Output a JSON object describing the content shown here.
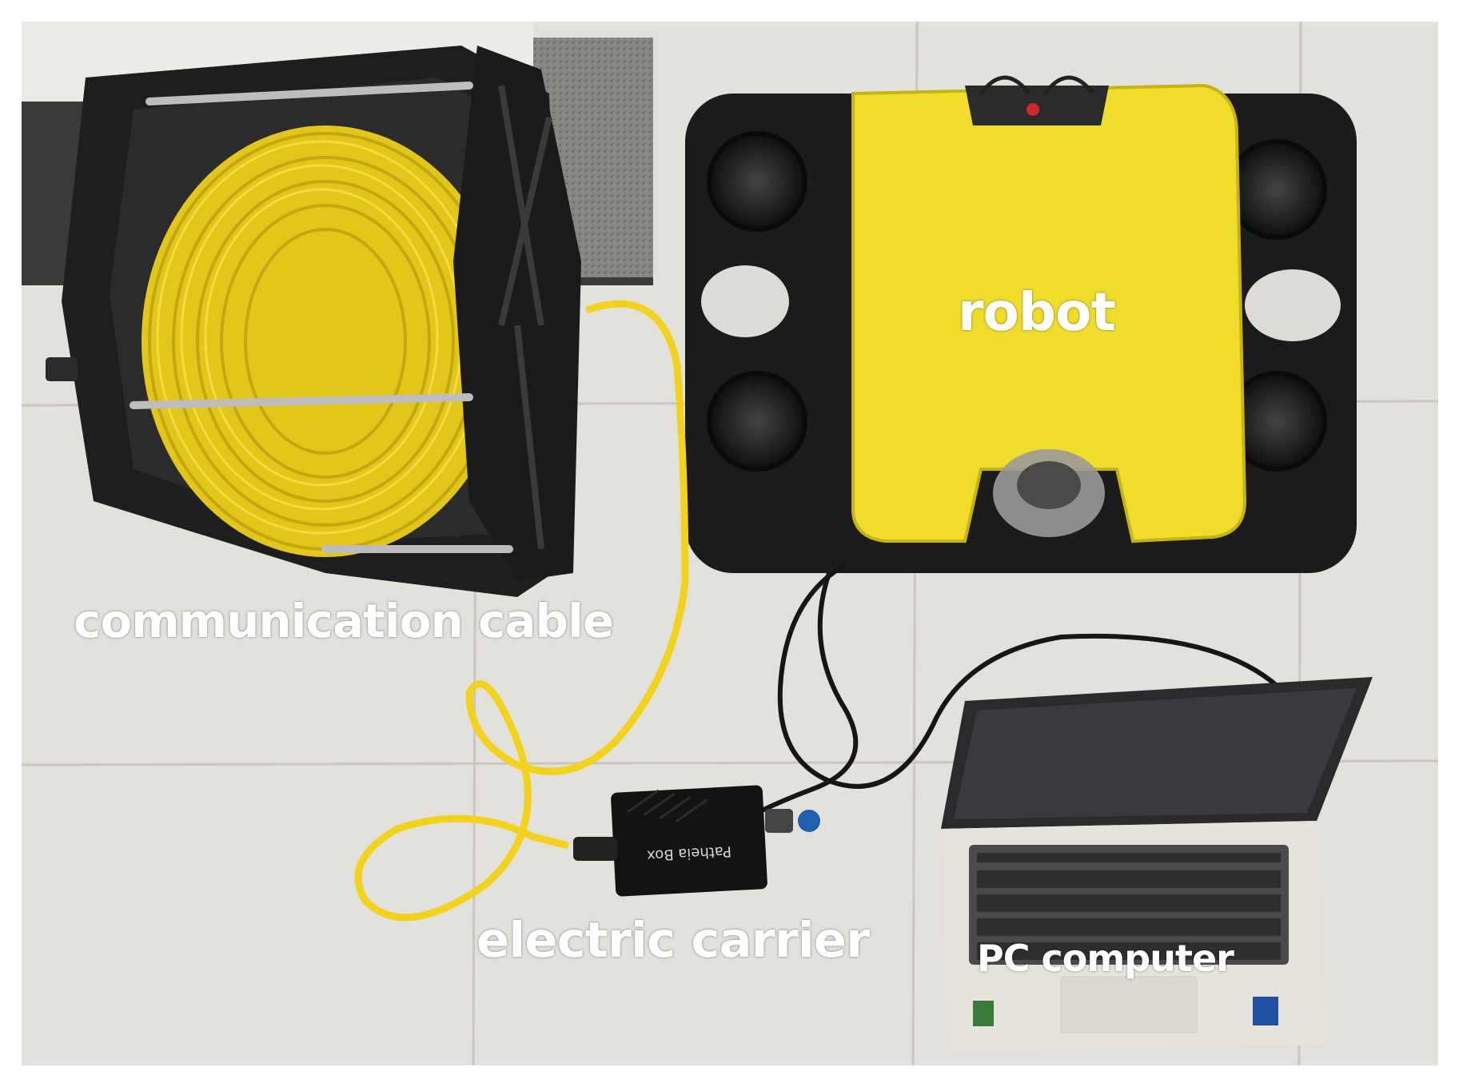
{
  "labels": {
    "robot": "robot",
    "communication_cable": "communication cable",
    "electric_carrier": "electric carrier",
    "pc_computer": "PC computer"
  },
  "device_text": {
    "carrier_box": "Patheia Box"
  },
  "colors": {
    "floor": "#dcdbd6",
    "cable_yellow": "#f2d21a",
    "robot_yellow": "#f0dc2a",
    "frame_black": "#1c1c1c",
    "label_text": "#ffffff"
  }
}
